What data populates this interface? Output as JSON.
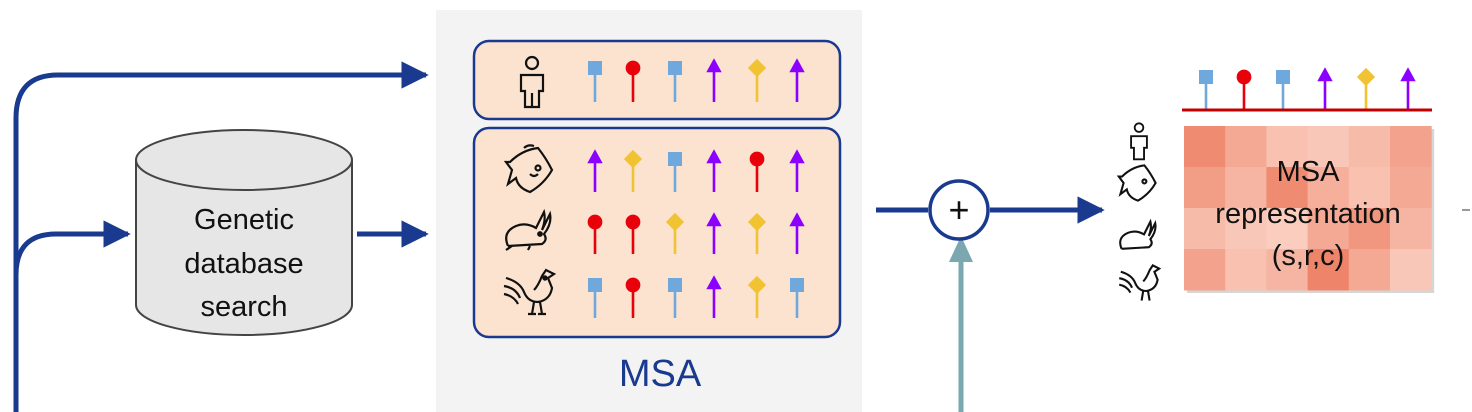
{
  "db": {
    "line1": "Genetic",
    "line2": "database",
    "line3": "search"
  },
  "msa_panel": {
    "caption": "MSA"
  },
  "operator": {
    "symbol": "+"
  },
  "representation": {
    "line1": "MSA",
    "line2": "representation",
    "line3": "(s,r,c)"
  },
  "species_icons": [
    "human-icon",
    "fish-icon",
    "rabbit-icon",
    "rooster-icon"
  ],
  "residue_colors": {
    "square": "#6fa8dc",
    "circle": "#e8000b",
    "diamond": "#f1c232",
    "arrow": "#8b00ff"
  },
  "msa_rows": {
    "query": [
      "square",
      "circle",
      "square",
      "arrow",
      "diamond",
      "arrow"
    ],
    "fish": [
      "arrow",
      "diamond",
      "square",
      "arrow",
      "circle",
      "arrow"
    ],
    "rabbit": [
      "circle",
      "circle",
      "diamond",
      "arrow",
      "diamond",
      "arrow"
    ],
    "rooster": [
      "square",
      "circle",
      "square",
      "arrow",
      "diamond",
      "square"
    ]
  },
  "header_row": [
    "square",
    "circle",
    "square",
    "arrow",
    "diamond",
    "arrow"
  ],
  "colors": {
    "flow": "#1a3a8f",
    "feedback": "#7ba7b0",
    "panel": "#f3f3f3",
    "row_fill": "#fbe3cf",
    "row_border": "#1a3a8f",
    "db_fill": "#e6e6e6",
    "header_line": "#c00000"
  },
  "heatmap": [
    [
      0.8,
      0.55,
      0.35,
      0.3,
      0.4,
      0.6
    ],
    [
      0.65,
      0.45,
      0.8,
      0.5,
      0.35,
      0.55
    ],
    [
      0.4,
      0.3,
      0.25,
      0.55,
      0.7,
      0.45
    ],
    [
      0.6,
      0.35,
      0.45,
      0.85,
      0.55,
      0.3
    ]
  ]
}
